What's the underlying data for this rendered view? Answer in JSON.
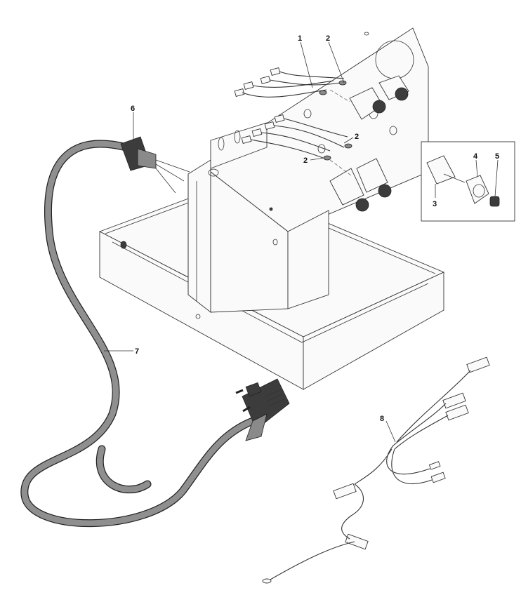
{
  "callouts": {
    "c1": "1",
    "c2a": "2",
    "c2b": "2",
    "c2c": "2",
    "c3": "3",
    "c4": "4",
    "c5": "5",
    "c6": "6",
    "c7": "7",
    "c8": "8"
  }
}
